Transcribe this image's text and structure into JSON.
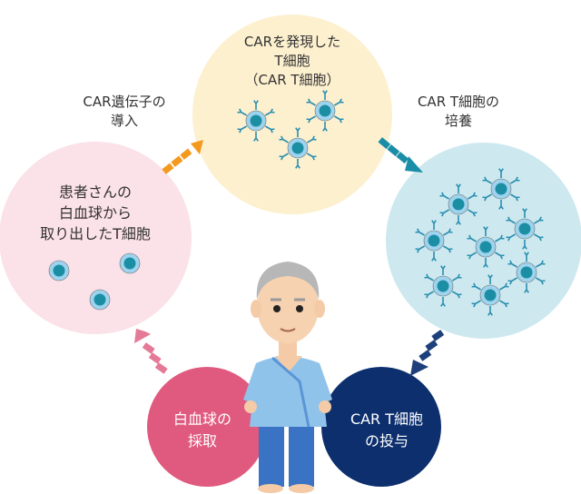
{
  "colors": {
    "pink_circle": "#fbe1e8",
    "yellow_circle": "#fdf0cf",
    "blue_circle": "#cde9ef",
    "collect_circle": "#e05a7f",
    "infuse_circle": "#0d2f6e",
    "arrow_orange": "#f39a1e",
    "arrow_teal": "#1a8ea6",
    "arrow_navy": "#1d3f7a",
    "arrow_pink": "#e47a98"
  },
  "steps": {
    "patient_tcells": [
      "患者さんの",
      "白血球から",
      "取り出したT細胞"
    ],
    "car_tcells": [
      "CARを発現した",
      "T細胞",
      "（CAR T細胞）"
    ],
    "expansion": [
      "CAR T細胞の",
      "培養"
    ],
    "collection": [
      "白血球の",
      "採取"
    ],
    "infusion": [
      "CAR T細胞",
      "の投与"
    ]
  },
  "arrows": {
    "gene_transfer": [
      "CAR遺伝子の",
      "導入"
    ]
  }
}
